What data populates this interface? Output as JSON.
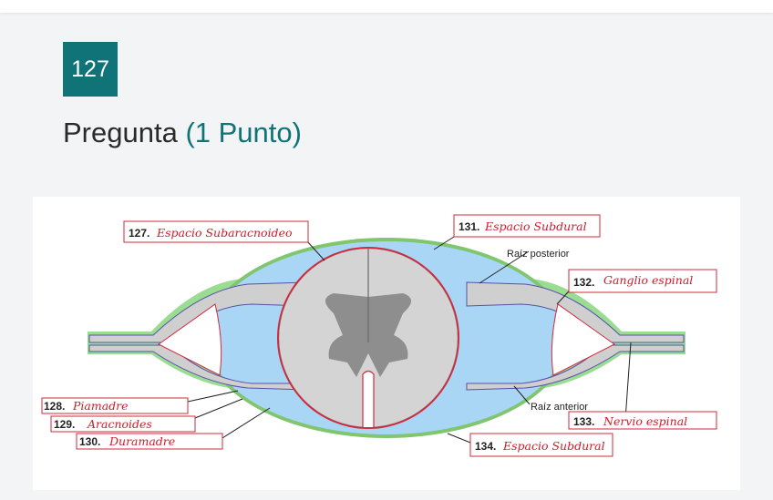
{
  "question": {
    "number": "127",
    "title": "Pregunta",
    "points": "(1 Punto)"
  },
  "figure": {
    "labels": [
      {
        "num": "127.",
        "answer": "Espacio Subaracnoideo"
      },
      {
        "num": "131.",
        "answer": "Espacio Subdural"
      },
      {
        "num": "132.",
        "answer": "Ganglio espinal"
      },
      {
        "num": "128.",
        "answer": "Piamadre"
      },
      {
        "num": "129.",
        "answer": "Aracnoides"
      },
      {
        "num": "130.",
        "answer": "Duramadre"
      },
      {
        "num": "133.",
        "answer": "Nervio espinal"
      },
      {
        "num": "134.",
        "answer": "Espacio Subdural"
      }
    ],
    "raiz_posterior": "Raíz posterior",
    "raiz_anterior": "Raíz anterior"
  },
  "colors": {
    "accent": "#0f7377",
    "csf_blue": "#a9d6f5",
    "dura_green": "#8fd18a",
    "pia_red": "#d1283a",
    "arachnoid_purple": "#5a4fa8",
    "handwriting_red": "#d11a2a"
  }
}
